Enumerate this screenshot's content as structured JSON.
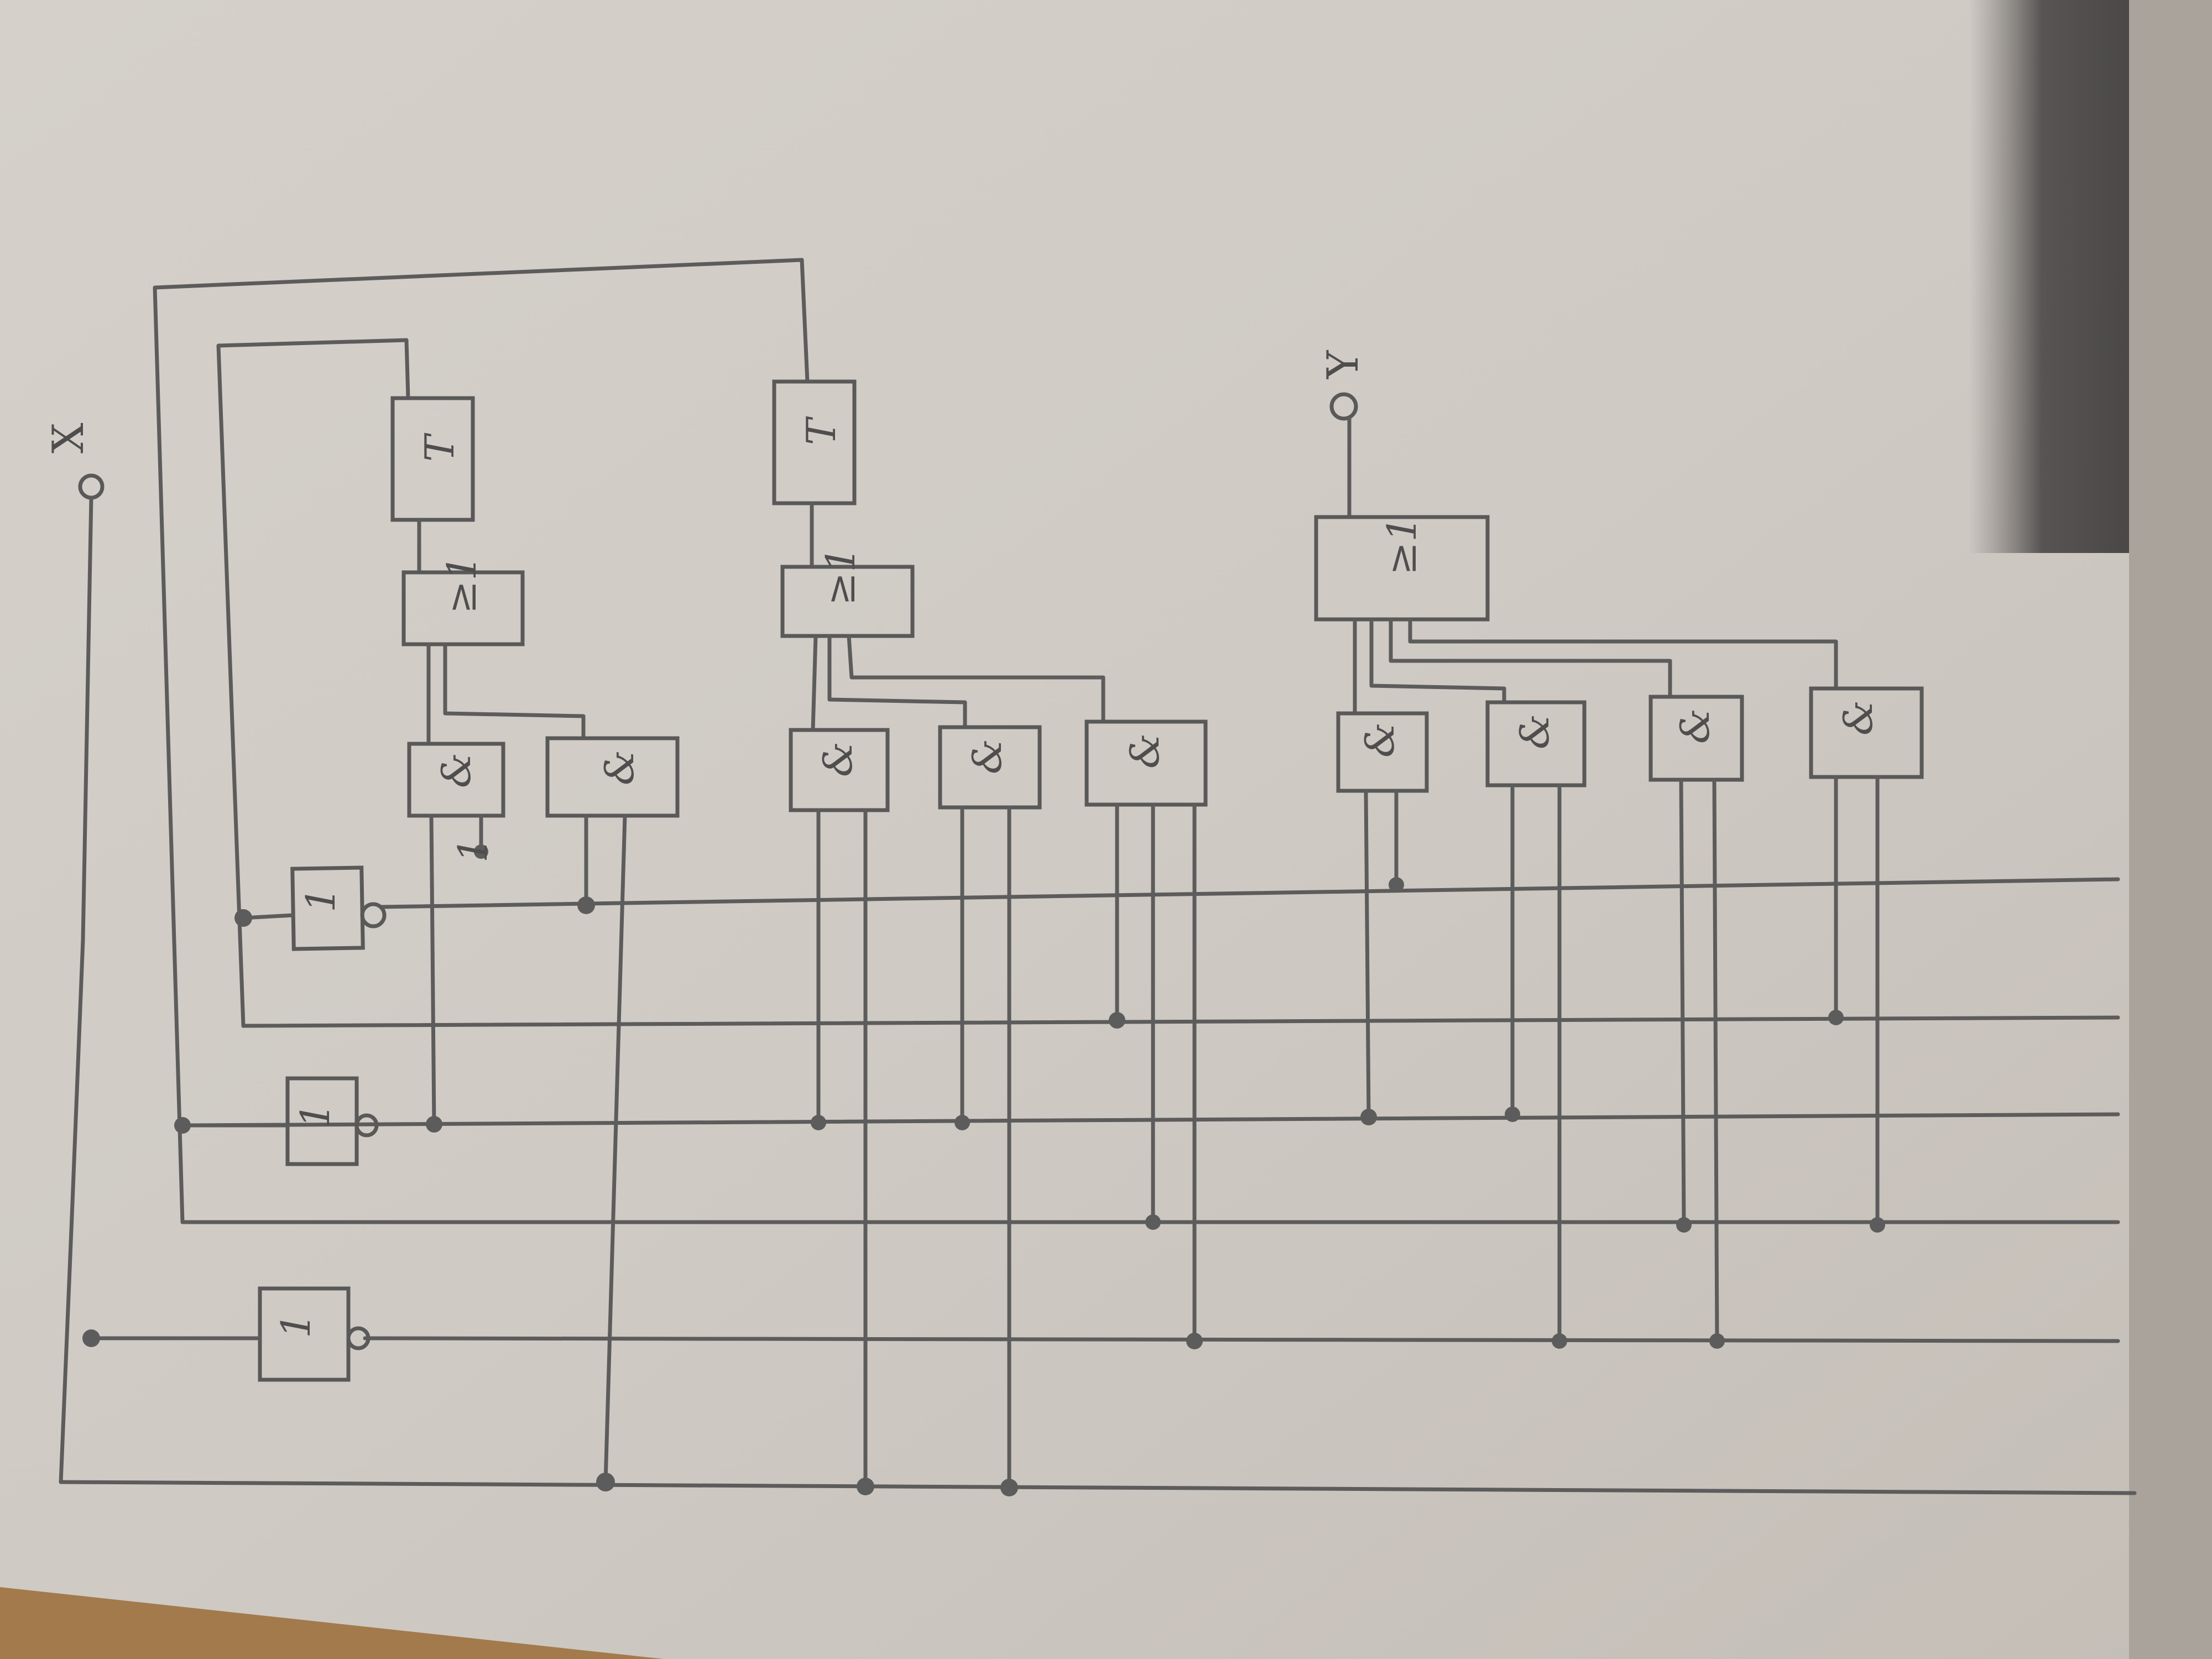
{
  "diagram": {
    "inputs": [
      {
        "label": "X"
      }
    ],
    "outputs": [
      {
        "label": "Y"
      }
    ],
    "labels": {
      "and": "&",
      "or_ge1": "≥1",
      "not": "1",
      "trigger": "T",
      "const_one": "1"
    }
  }
}
